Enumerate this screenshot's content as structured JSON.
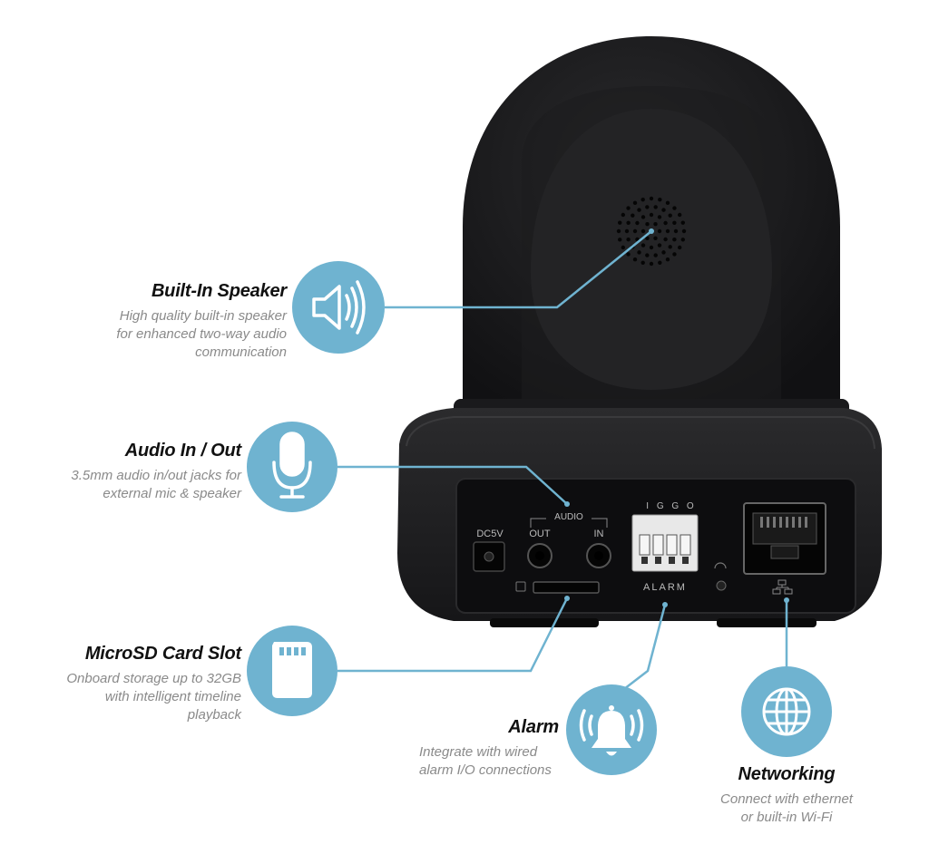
{
  "accent_color": "#6fb3d0",
  "camera": {
    "panel_labels": {
      "dc": "DC5V",
      "out": "OUT",
      "in": "IN",
      "audio": "AUDIO",
      "alarm": "ALARM",
      "alarm_pins": "I G G O"
    }
  },
  "features": {
    "speaker": {
      "title": "Built-In Speaker",
      "desc": [
        "High quality built-in speaker",
        "for enhanced two-way audio",
        "communication"
      ],
      "icon": "speaker-icon"
    },
    "audio": {
      "title": "Audio In / Out",
      "desc": [
        "3.5mm audio in/out jacks for",
        "external mic & speaker"
      ],
      "icon": "microphone-icon"
    },
    "microsd": {
      "title": "MicroSD Card Slot",
      "desc": [
        "Onboard storage up to 32GB",
        "with intelligent timeline",
        "playback"
      ],
      "icon": "sd-card-icon"
    },
    "alarm": {
      "title": "Alarm",
      "desc": [
        "Integrate with wired",
        "alarm I/O connections"
      ],
      "icon": "bell-icon"
    },
    "networking": {
      "title": "Networking",
      "desc": [
        "Connect with ethernet",
        "or built-in Wi-Fi"
      ],
      "icon": "globe-icon"
    }
  }
}
